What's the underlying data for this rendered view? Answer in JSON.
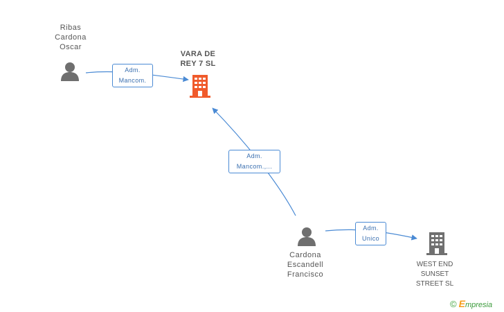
{
  "nodes": {
    "person_ribas": {
      "label": [
        "Ribas",
        "Cardona",
        "Oscar"
      ],
      "icon": "person-icon"
    },
    "company_vara": {
      "label": [
        "VARA DE",
        "REY 7 SL"
      ],
      "icon": "building-icon",
      "color": "#f05a2b"
    },
    "person_cardona": {
      "label": [
        "Cardona",
        "Escandell",
        "Francisco"
      ],
      "icon": "person-icon"
    },
    "company_westend": {
      "label": [
        "WEST END",
        "SUNSET",
        "STREET SL"
      ],
      "icon": "building-icon",
      "color": "#707070"
    }
  },
  "edges": {
    "ribas_to_vara": {
      "label": [
        "Adm.",
        "Mancom."
      ]
    },
    "cardona_to_vara": {
      "label": [
        "Adm.",
        "Mancom.,..."
      ]
    },
    "cardona_to_westend": {
      "label": [
        "Adm.",
        "Unico"
      ]
    }
  },
  "brand": {
    "copyright": "©",
    "e": "E",
    "rest": "mpresia"
  },
  "colors": {
    "edge": "#4a8ad4",
    "person": "#6f6f6f",
    "main_company": "#f05a2b",
    "company": "#707070"
  }
}
